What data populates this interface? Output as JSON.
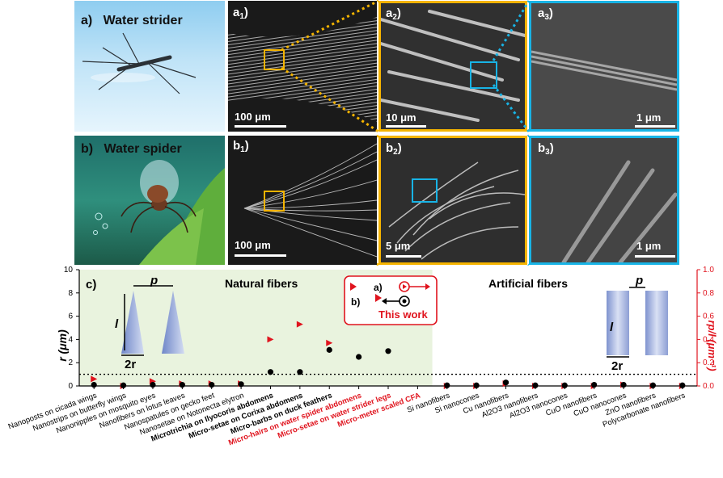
{
  "panels": {
    "a": {
      "label": "a)",
      "title": "Water strider"
    },
    "a1": {
      "label": "a",
      "sub": "1",
      "suffix": ")",
      "scale": "100 μm"
    },
    "a2": {
      "label": "a",
      "sub": "2",
      "suffix": ")",
      "scale": "10 μm"
    },
    "a3": {
      "label": "a",
      "sub": "3",
      "suffix": ")",
      "scale": "1 μm"
    },
    "b": {
      "label": "b)",
      "title": "Water spider"
    },
    "b1": {
      "label": "b",
      "sub": "1",
      "suffix": ")",
      "scale": "100 μm"
    },
    "b2": {
      "label": "b",
      "sub": "2",
      "suffix": ")",
      "scale": "5 μm"
    },
    "b3": {
      "label": "b",
      "sub": "3",
      "suffix": ")",
      "scale": "1 μm"
    }
  },
  "colors": {
    "orange": "#f5b400",
    "blue": "#18b4e6",
    "red": "#e0141e",
    "green_bg": "#e9f3de"
  },
  "chart": {
    "label": "c)",
    "left_ylabel": "r (μm)",
    "right_ylabel": "rp/l (μm⁻¹)",
    "left_ticks": [
      "0",
      "2",
      "4",
      "6",
      "8",
      "10"
    ],
    "right_ticks": [
      "0.0",
      "0.2",
      "0.4",
      "0.6",
      "0.8",
      "1.0"
    ],
    "natural_label": "Natural fibers",
    "artificial_label": "Artificial fibers",
    "legend": {
      "a": "a)",
      "b": "b)",
      "this_work": "This work"
    },
    "schematic": {
      "p": "p",
      "l": "l",
      "two_r": "2r"
    }
  },
  "chart_data": {
    "type": "scatter",
    "xlabel": "",
    "ylabel": "r (μm)",
    "y2label": "rp/l (μm⁻¹)",
    "ylim": [
      0,
      10
    ],
    "y2lim": [
      0,
      1.0
    ],
    "dotted_threshold_r": 1,
    "categories": [
      "Nanoposts on cicada wings",
      "Nanostrips on butterfly wings",
      "Nanonipples on mosquito eyes",
      "Nanofibers on lotus leaves",
      "Nanospatules on gecko feet",
      "Nanosetae on Notonecta elytron",
      "Microtrichia on Ilyocoris abdomens",
      "Micro-setae on Corixa abdomens",
      "Micro-barbs on duck feathers",
      "Micro-hairs on water spider abdomens",
      "Micro-setae on water strider legs",
      "Micro-meter scaled CFA",
      "Si nanofibers",
      "Si nanocones",
      "Cu nanofibers",
      "Al2O3 nanofibers",
      "Al2O3 nanocones",
      "CuO nanofibers",
      "CuO nanocones",
      "ZnO nanofibers",
      "Polycarbonate nanofibers"
    ],
    "label_style": [
      "normal",
      "normal",
      "normal",
      "normal",
      "normal",
      "normal",
      "bold",
      "bold",
      "bold",
      "red",
      "red",
      "red",
      "normal",
      "normal",
      "normal",
      "normal",
      "normal",
      "normal",
      "normal",
      "normal",
      "normal"
    ],
    "series": [
      {
        "name": "r",
        "marker": "black-circle",
        "values": [
          0.1,
          0.05,
          0.1,
          0.1,
          0.1,
          0.15,
          1.2,
          1.2,
          3.1,
          2.5,
          3.0,
          null,
          0.05,
          0.05,
          0.3,
          0.05,
          0.05,
          0.1,
          0.1,
          0.05,
          0.05
        ]
      },
      {
        "name": "rp/l",
        "marker": "red-triangle",
        "values": [
          0.06,
          0.0,
          0.04,
          0.02,
          0.02,
          0.02,
          0.4,
          0.53,
          0.37,
          null,
          null,
          null,
          0.0,
          0.0,
          0.02,
          0.0,
          0.0,
          0.0,
          0.01,
          0.0,
          0.0
        ]
      }
    ],
    "natural_count": 12,
    "grid": false
  }
}
